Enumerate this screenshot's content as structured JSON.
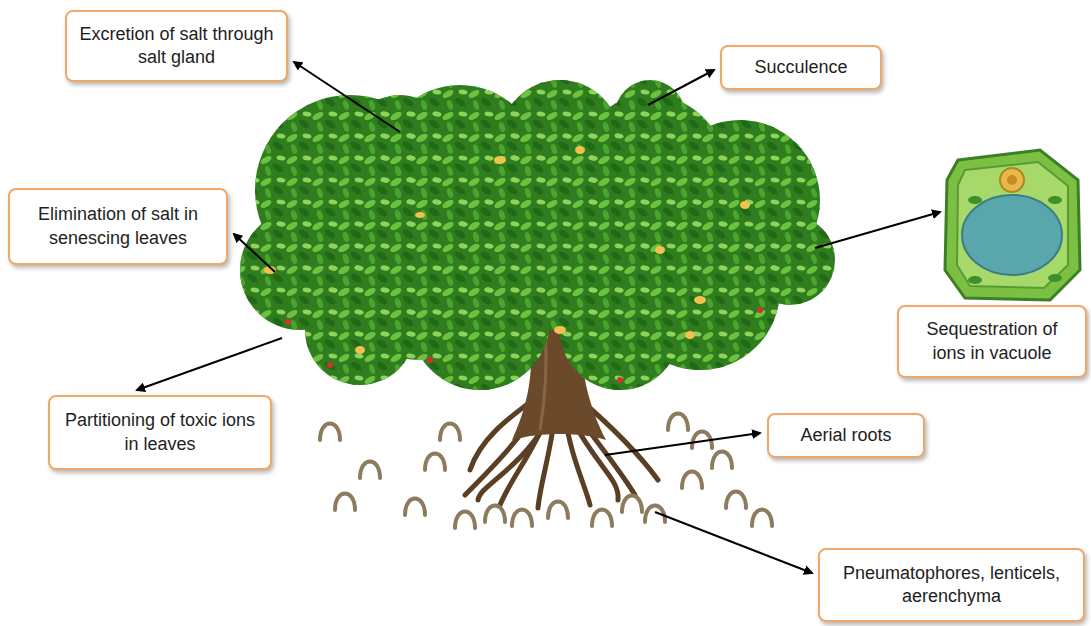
{
  "diagram": {
    "nodes": [
      {
        "text": [
          "Excretion of salt through salt gland"
        ]
      },
      {
        "text": [
          "Succulence"
        ]
      },
      {
        "text": [
          "Elimination of salt in senescing leaves"
        ]
      },
      {
        "text": [
          "Sequestration of ions in vacuole"
        ]
      },
      {
        "text": [
          "Partitioning of toxic ions in leaves"
        ]
      },
      {
        "text": [
          "Aerial roots"
        ]
      },
      {
        "text": [
          "Pneumatophores, lenticels, aerenchyma"
        ]
      }
    ]
  }
}
